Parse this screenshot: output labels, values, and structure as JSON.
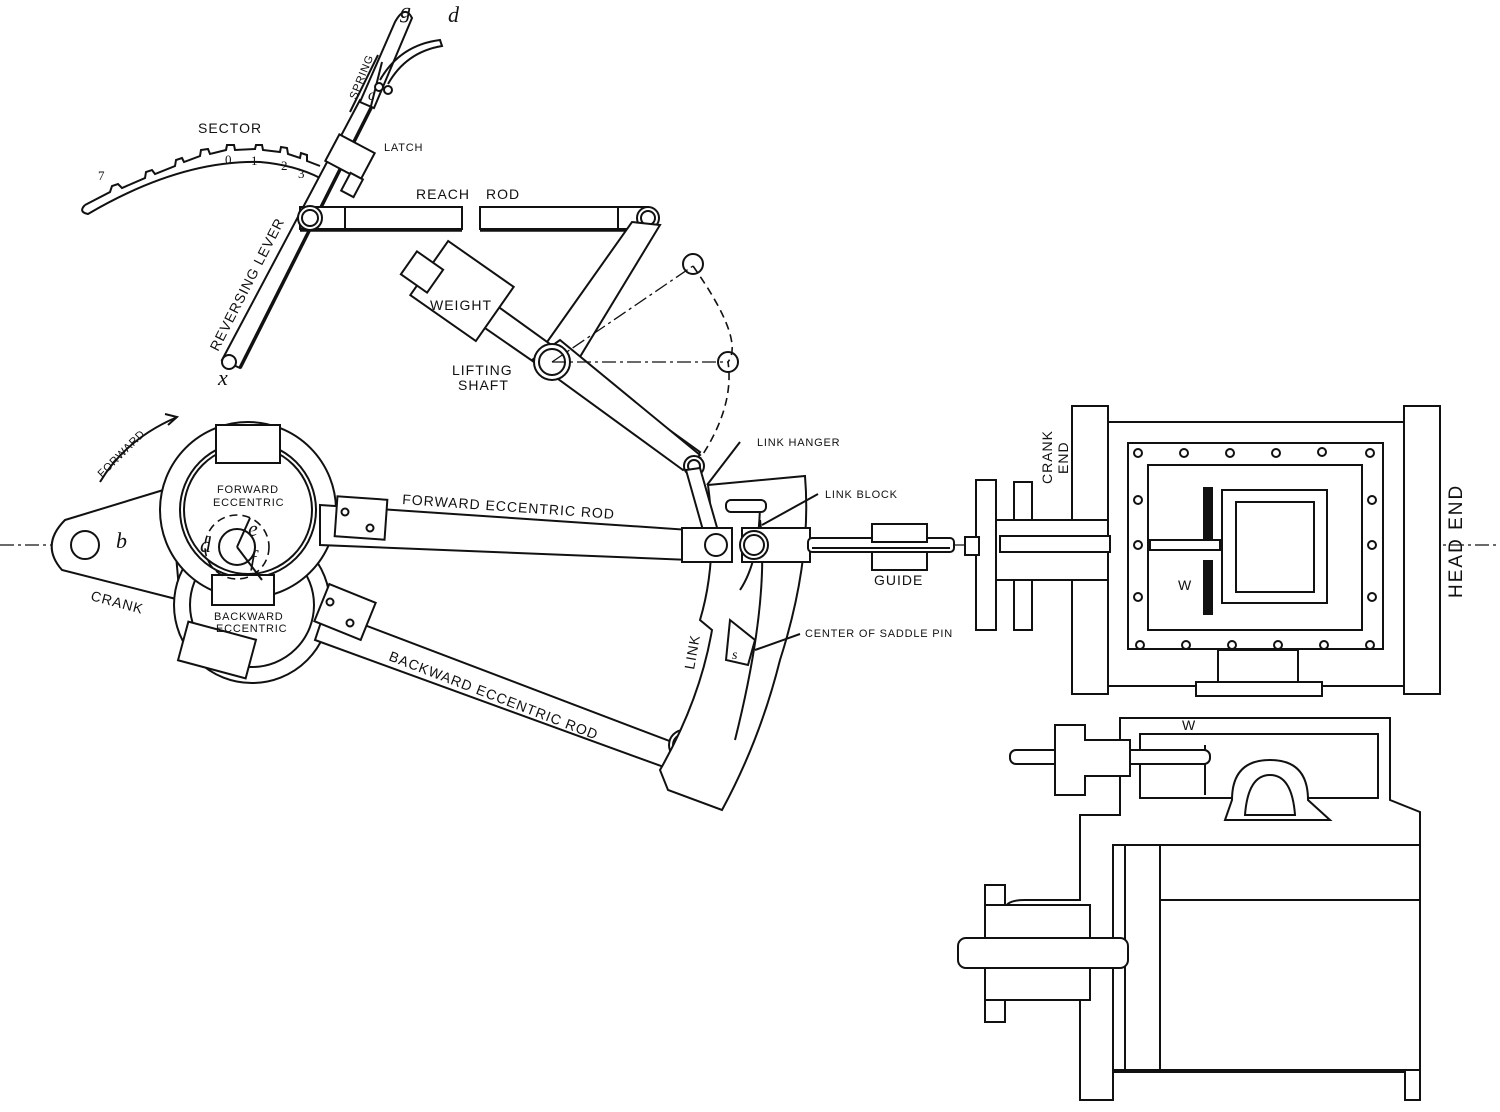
{
  "labels": {
    "sector": "SECTOR",
    "spring": "SPRING",
    "latch": "LATCH",
    "reach_rod_1": "REACH",
    "reach_rod_2": "ROD",
    "reversing_lever": "REVERSING LEVER",
    "weight": "WEIGHT",
    "lifting_shaft_1": "LIFTING",
    "lifting_shaft_2": "SHAFT",
    "forward": "FORWARD",
    "forward_eccentric_1": "FORWARD",
    "forward_eccentric_2": "ECCENTRIC",
    "backward_eccentric_1": "BACKWARD",
    "backward_eccentric_2": "ECCENTRIC",
    "crank": "CRANK",
    "forward_eccentric_rod": "FORWARD ECCENTRIC ROD",
    "backward_eccentric_rod": "BACKWARD ECCENTRIC ROD",
    "link_hanger": "LINK HANGER",
    "link_block": "LINK BLOCK",
    "link": "LINK",
    "center_of_saddle_pin": "CENTER OF SADDLE PIN",
    "guide": "GUIDE",
    "crank_end_1": "CRANK",
    "crank_end_2": "END",
    "head_end": "HEAD END",
    "valve_w_top": "W",
    "valve_w_section": "W"
  },
  "sector_notches": [
    "7",
    "0",
    "1",
    "2",
    "3"
  ],
  "letters": {
    "g": "g",
    "d_handle": "d",
    "c": "c",
    "x": "x",
    "b": "b",
    "d": "d",
    "e": "e",
    "f": "f",
    "s": "s"
  }
}
